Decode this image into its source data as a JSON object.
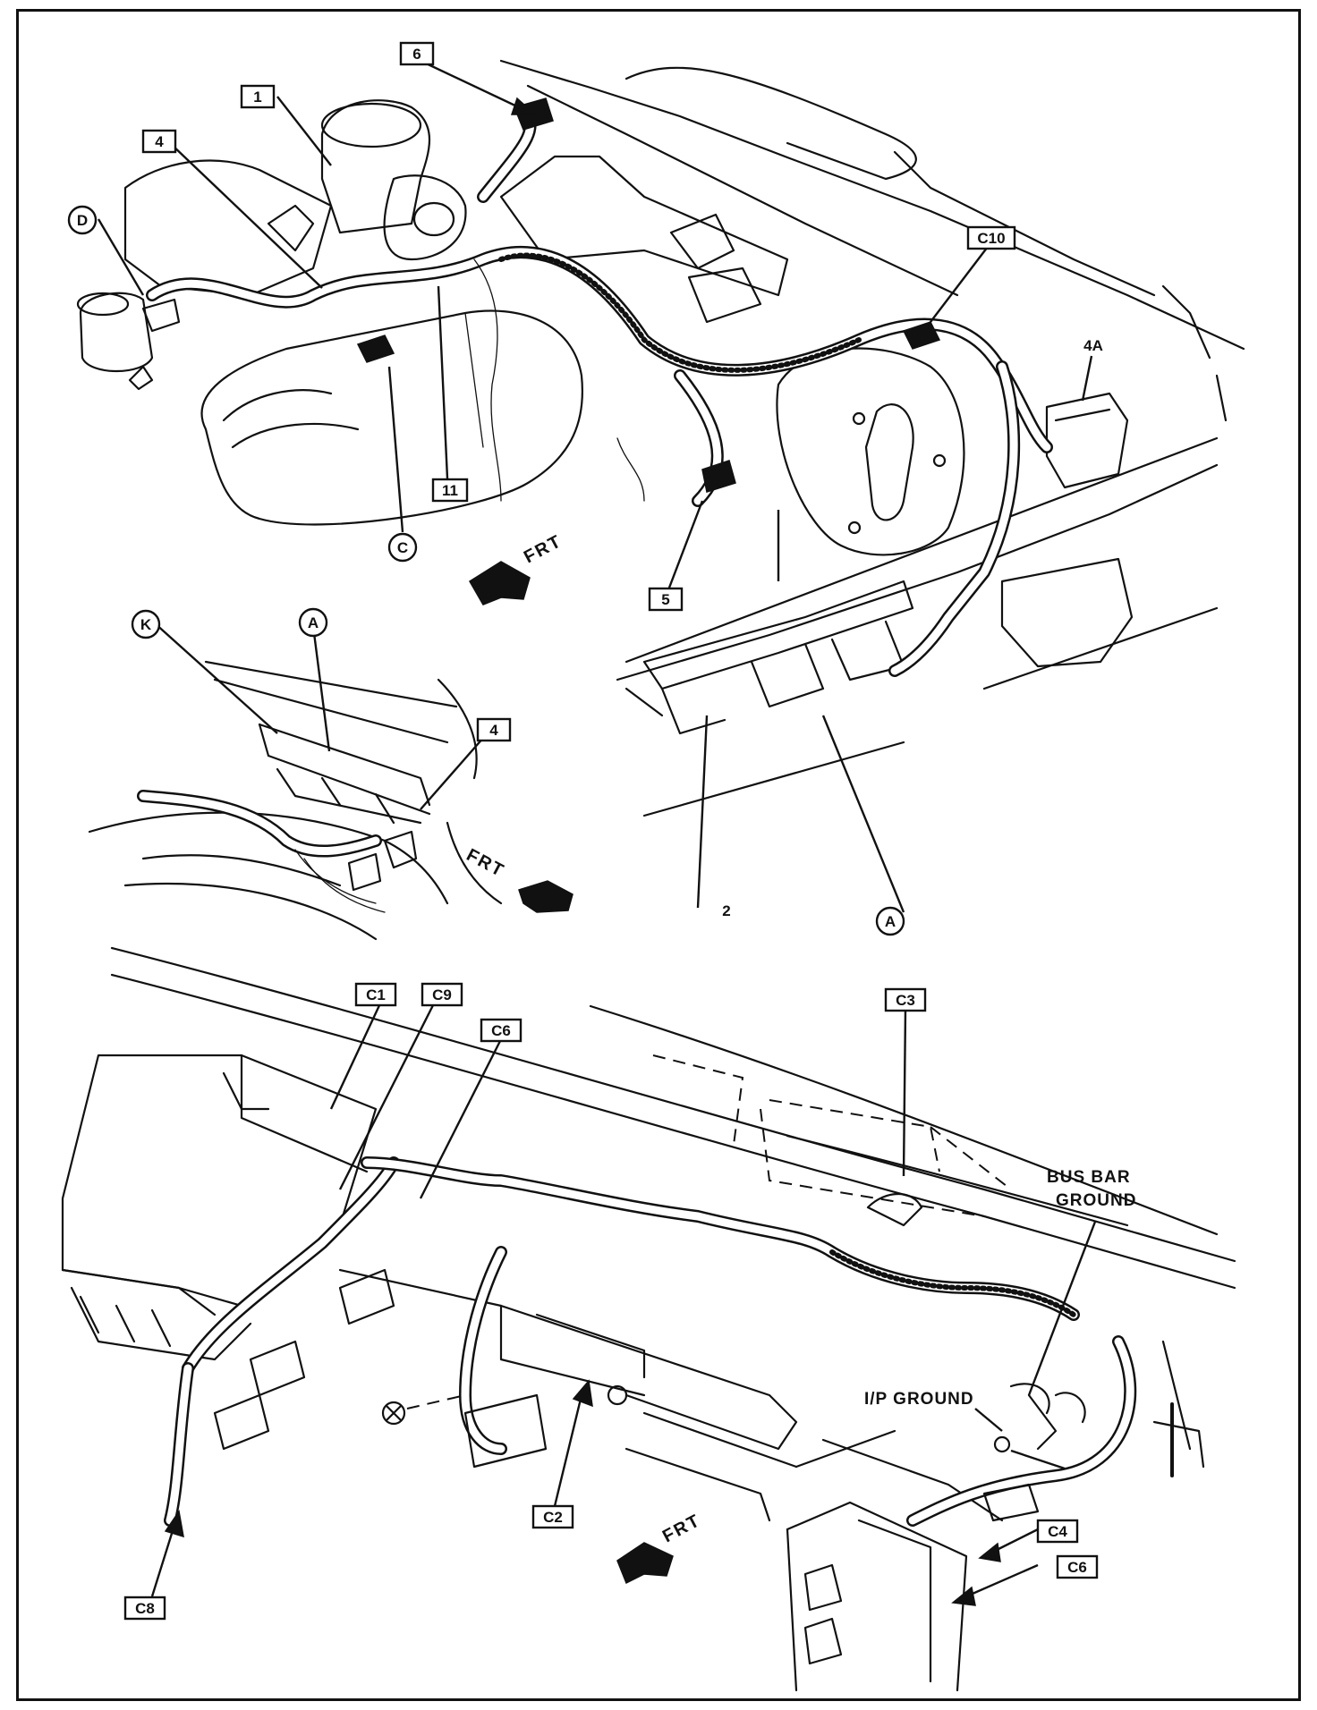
{
  "labels": {
    "c6_top": "6",
    "c1_top": "1",
    "c4_top": "4",
    "circle_d": "D",
    "c10": "C10",
    "c4a": "4A",
    "c11": "11",
    "circle_c": "C",
    "c5": "5",
    "circle_k": "K",
    "circle_a_mid": "A",
    "c4_mid": "4",
    "c2_mid": "2",
    "circle_a_right": "A",
    "c1_bot": "C1",
    "c9_bot": "C9",
    "c6_bot": "C6",
    "c3_bot": "C3",
    "c2_bot": "C2",
    "c8_bot": "C8",
    "c4_bot": "C4",
    "c6_bot_right": "C6"
  },
  "notes": {
    "bus_bar_line1": "BUS BAR",
    "bus_bar_line2": "GROUND",
    "ip_ground": "I/P GROUND"
  },
  "front_arrows": {
    "top": "FRT",
    "middle": "FRT",
    "bottom": "FRT"
  }
}
